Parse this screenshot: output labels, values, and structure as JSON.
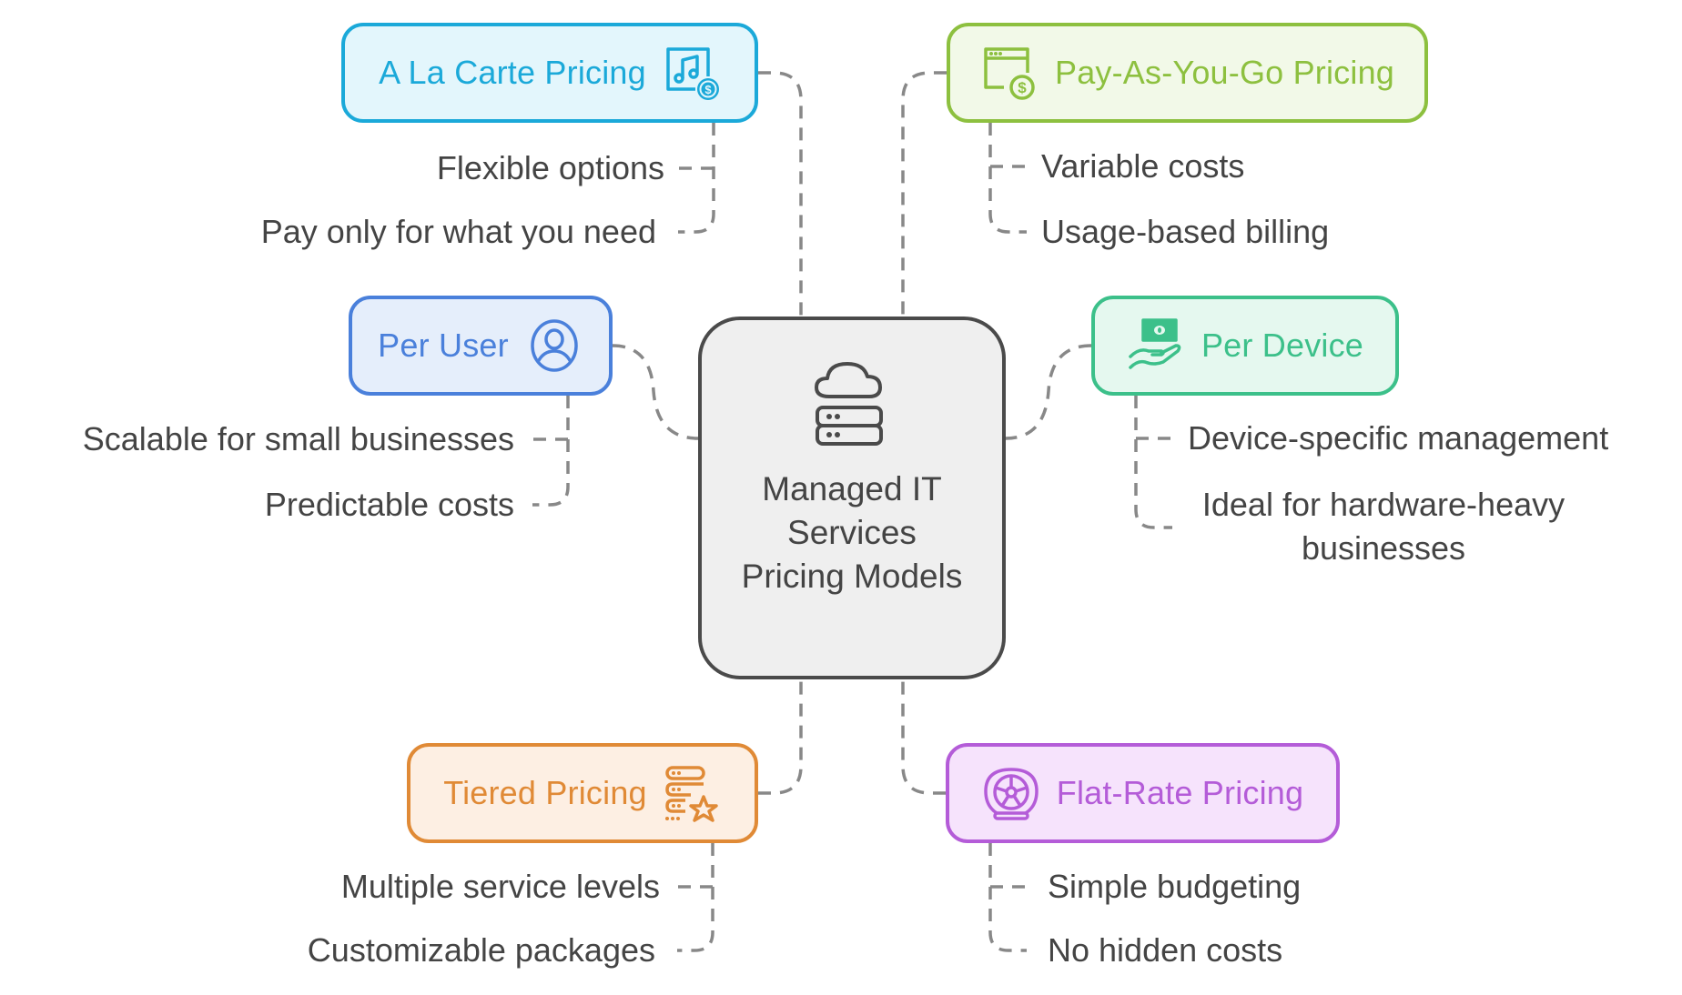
{
  "center": {
    "title": "Managed IT Services Pricing Models",
    "icon": "cloud-server-icon",
    "border_color": "#4a4a4a",
    "fill_color": "#efefef"
  },
  "branches": [
    {
      "id": "a-la-carte",
      "label": "A La Carte Pricing",
      "icon": "music-dollar-icon",
      "color": "#1ba9d9",
      "fill": "#e3f6fc",
      "items": [
        "Flexible options",
        "Pay only for what you need"
      ]
    },
    {
      "id": "pay-as-you-go",
      "label": "Pay-As-You-Go Pricing",
      "icon": "browser-dollar-icon",
      "color": "#8dc03f",
      "fill": "#f2f9e8",
      "items": [
        "Variable costs",
        "Usage-based billing"
      ]
    },
    {
      "id": "per-user",
      "label": "Per User",
      "icon": "user-circle-icon",
      "color": "#4a80db",
      "fill": "#e5eefb",
      "items": [
        "Scalable for small businesses",
        "Predictable costs"
      ]
    },
    {
      "id": "per-device",
      "label": "Per Device",
      "icon": "hand-money-icon",
      "color": "#3cc08a",
      "fill": "#e5f8ef",
      "items": [
        "Device-specific management",
        "Ideal for hardware-heavy",
        "businesses"
      ]
    },
    {
      "id": "tiered",
      "label": "Tiered Pricing",
      "icon": "server-star-icon",
      "color": "#e08a36",
      "fill": "#fdefe3",
      "items": [
        "Multiple service levels",
        "Customizable packages"
      ]
    },
    {
      "id": "flat-rate",
      "label": "Flat-Rate Pricing",
      "icon": "wheel-icon",
      "color": "#b45cd8",
      "fill": "#f6e3fc",
      "items": [
        "Simple budgeting",
        "No hidden costs"
      ]
    }
  ],
  "connector_color": "#888888"
}
